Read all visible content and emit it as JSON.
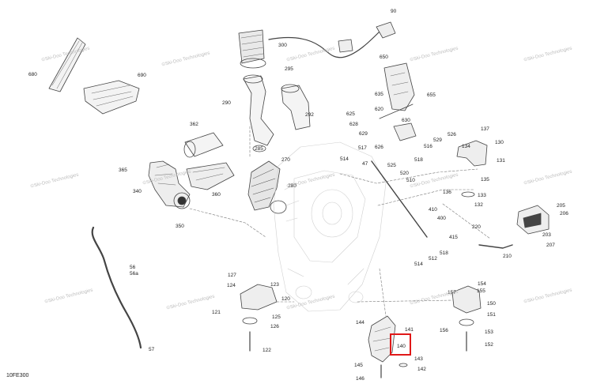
{
  "diagram": {
    "doc_code": "10FE300",
    "watermark": "©Ski-Doo Technologies",
    "highlight_color": "#e01818",
    "highlighted_part": "140",
    "callouts": [
      "90",
      "300",
      "295",
      "650",
      "635",
      "655",
      "680",
      "690",
      "290",
      "292",
      "625",
      "620",
      "630",
      "526",
      "137",
      "362",
      "628",
      "629",
      "529",
      "134",
      "130",
      "517",
      "516",
      "626",
      "518",
      "285",
      "270",
      "514",
      "525",
      "520",
      "47",
      "510",
      "131",
      "365",
      "135",
      "340",
      "360",
      "280",
      "136",
      "133",
      "132",
      "410",
      "400",
      "205",
      "206",
      "220",
      "203",
      "415",
      "350",
      "512",
      "518",
      "514",
      "207",
      "210",
      "56",
      "56a",
      "127",
      "124",
      "123",
      "121",
      "120",
      "125",
      "126",
      "122",
      "57",
      "154",
      "155",
      "157",
      "150",
      "151",
      "156",
      "153",
      "152",
      "144",
      "141",
      "140",
      "143",
      "145",
      "142",
      "146"
    ]
  }
}
